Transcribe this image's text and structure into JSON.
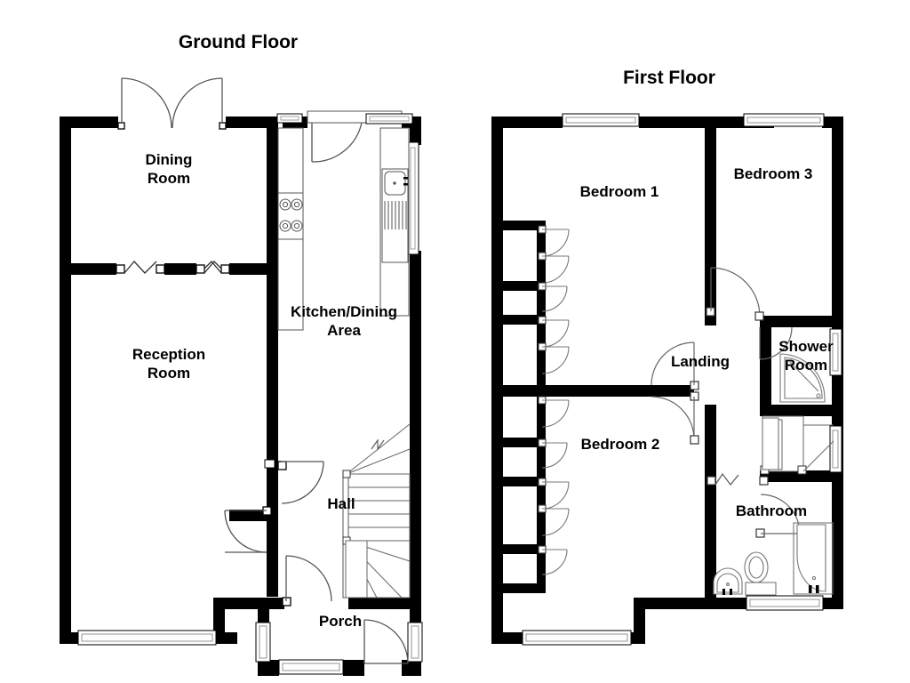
{
  "page": {
    "document_type": "floor-plan",
    "background_color": "#ffffff",
    "wall_color": "#000000",
    "line_color": "#555555",
    "text_color": "#000000"
  },
  "floors": [
    {
      "id": "ground",
      "title": "Ground Floor",
      "rooms": [
        {
          "id": "dining-room",
          "label": "Dining\nRoom"
        },
        {
          "id": "reception-room",
          "label": "Reception\nRoom"
        },
        {
          "id": "kitchen-dining",
          "label": "Kitchen/Dining\nArea"
        },
        {
          "id": "hall",
          "label": "Hall"
        },
        {
          "id": "porch",
          "label": "Porch"
        }
      ],
      "fixtures": [
        {
          "id": "hob",
          "name": "kitchen-hob"
        },
        {
          "id": "sink",
          "name": "kitchen-sink-drainer"
        },
        {
          "id": "staircase",
          "name": "staircase-up"
        },
        {
          "id": "bay-window",
          "name": "reception-bay-window"
        },
        {
          "id": "french-doors",
          "name": "dining-french-doors"
        }
      ]
    },
    {
      "id": "first",
      "title": "First Floor",
      "rooms": [
        {
          "id": "bedroom-1",
          "label": "Bedroom 1"
        },
        {
          "id": "bedroom-2",
          "label": "Bedroom 2"
        },
        {
          "id": "bedroom-3",
          "label": "Bedroom 3"
        },
        {
          "id": "landing",
          "label": "Landing"
        },
        {
          "id": "shower-room",
          "label": "Shower\nRoom"
        },
        {
          "id": "bathroom",
          "label": "Bathroom"
        }
      ],
      "fixtures": [
        {
          "id": "shower-tray",
          "name": "corner-shower-tray"
        },
        {
          "id": "bath",
          "name": "bath-tub"
        },
        {
          "id": "wc",
          "name": "toilet"
        },
        {
          "id": "basin",
          "name": "wash-basin"
        },
        {
          "id": "wardrobes",
          "name": "fitted-wardrobes"
        }
      ]
    }
  ],
  "labels": {
    "ground_title": "Ground Floor",
    "first_title": "First Floor",
    "dining_room": "Dining\nRoom",
    "reception_room": "Reception\nRoom",
    "kitchen_dining": "Kitchen/Dining\nArea",
    "hall": "Hall",
    "porch": "Porch",
    "bedroom_1": "Bedroom 1",
    "bedroom_2": "Bedroom 2",
    "bedroom_3": "Bedroom 3",
    "landing": "Landing",
    "shower_room": "Shower\nRoom",
    "bathroom": "Bathroom"
  }
}
